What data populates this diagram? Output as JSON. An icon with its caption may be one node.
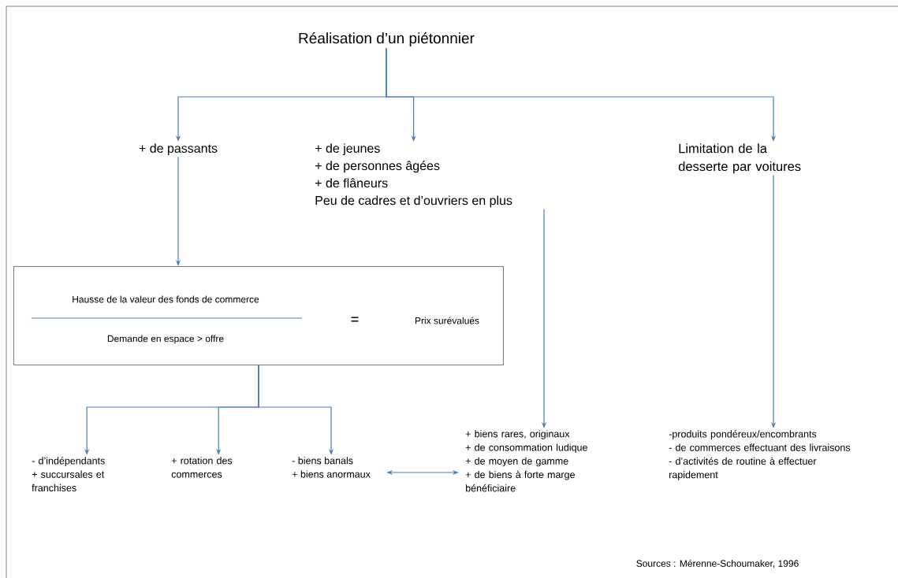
{
  "diagram": {
    "nodes": [
      {
        "text": [
          "Réalisation d’un piétonnier"
        ]
      },
      {
        "text": [
          "+ de passants"
        ]
      },
      {
        "text": [
          "+ de jeunes",
          "+ de personnes âgées",
          "+ de flâneurs",
          "Peu de cadres et d’ouvriers en plus"
        ]
      },
      {
        "text": [
          "Limitation de la desserte par voitures"
        ]
      },
      {
        "text": [
          "Hausse de la valeur des fonds de commerce",
          "Demande en espace > offre",
          "=",
          "Prix surévalués"
        ]
      },
      {
        "text": [
          "- d’indépendants",
          "+ succursales et franchises"
        ]
      },
      {
        "text": [
          "+ rotation des commerces"
        ]
      },
      {
        "text": [
          "- biens banals",
          "+ biens anormaux"
        ]
      },
      {
        "text": [
          "+ biens rares, originaux",
          "+ de consommation ludique",
          "+ de moyen de gamme",
          "+ de biens à forte marge bénéficiaire"
        ]
      },
      {
        "text": [
          "-produits pondéreux/encombrants",
          "- de commerces effectuant des livraisons",
          "- d’activités de routine à effectuer rapidement"
        ]
      }
    ],
    "edges": [
      {
        "from": 0,
        "to": 1,
        "arrow": "to"
      },
      {
        "from": 0,
        "to": 2,
        "arrow": "to"
      },
      {
        "from": 0,
        "to": 3,
        "arrow": "to"
      },
      {
        "from": 1,
        "to": 4,
        "arrow": "to"
      },
      {
        "from": 2,
        "to": 8,
        "arrow": "to"
      },
      {
        "from": 3,
        "to": 9,
        "arrow": "to"
      },
      {
        "from": 4,
        "to": 5,
        "arrow": "to"
      },
      {
        "from": 4,
        "to": 6,
        "arrow": "to"
      },
      {
        "from": 4,
        "to": 7,
        "arrow": "to"
      },
      {
        "from": 7,
        "to": 8,
        "arrow": "both"
      }
    ],
    "labels": [
      "Sources :  Mérenne-Schoumaker, 1996"
    ]
  }
}
